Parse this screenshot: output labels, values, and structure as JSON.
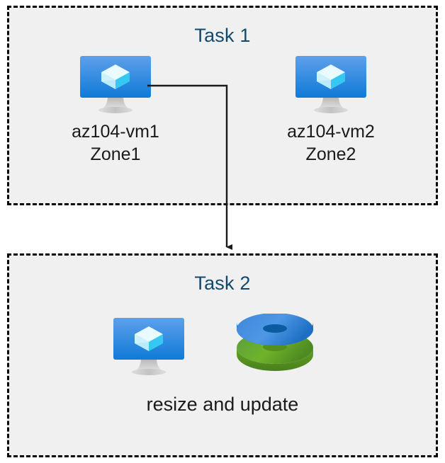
{
  "diagram": {
    "title_color": "#11496f",
    "box_fill": "#f0f0f0",
    "box_border_color": "#000000",
    "connector_color": "#1a1a1a",
    "azure_blue": "#1f88e5",
    "disk_blue": "#1e87d6",
    "disk_green": "#6aaa1e",
    "groups": [
      {
        "id": "task1",
        "title": "Task 1",
        "nodes": [
          {
            "id": "vm1",
            "icon": "azure-virtual-machine-icon",
            "label_line1": "az104-vm1",
            "label_line2": "Zone1"
          },
          {
            "id": "vm2",
            "icon": "azure-virtual-machine-icon",
            "label_line1": "az104-vm2",
            "label_line2": "Zone2"
          }
        ]
      },
      {
        "id": "task2",
        "title": "Task 2",
        "nodes": [
          {
            "id": "vm3",
            "icon": "azure-virtual-machine-icon"
          },
          {
            "id": "disks",
            "icon": "azure-disks-icon"
          }
        ],
        "caption": "resize and update"
      }
    ],
    "connector": {
      "from": "vm1",
      "to": "task2",
      "style": "elbow-arrow"
    }
  }
}
